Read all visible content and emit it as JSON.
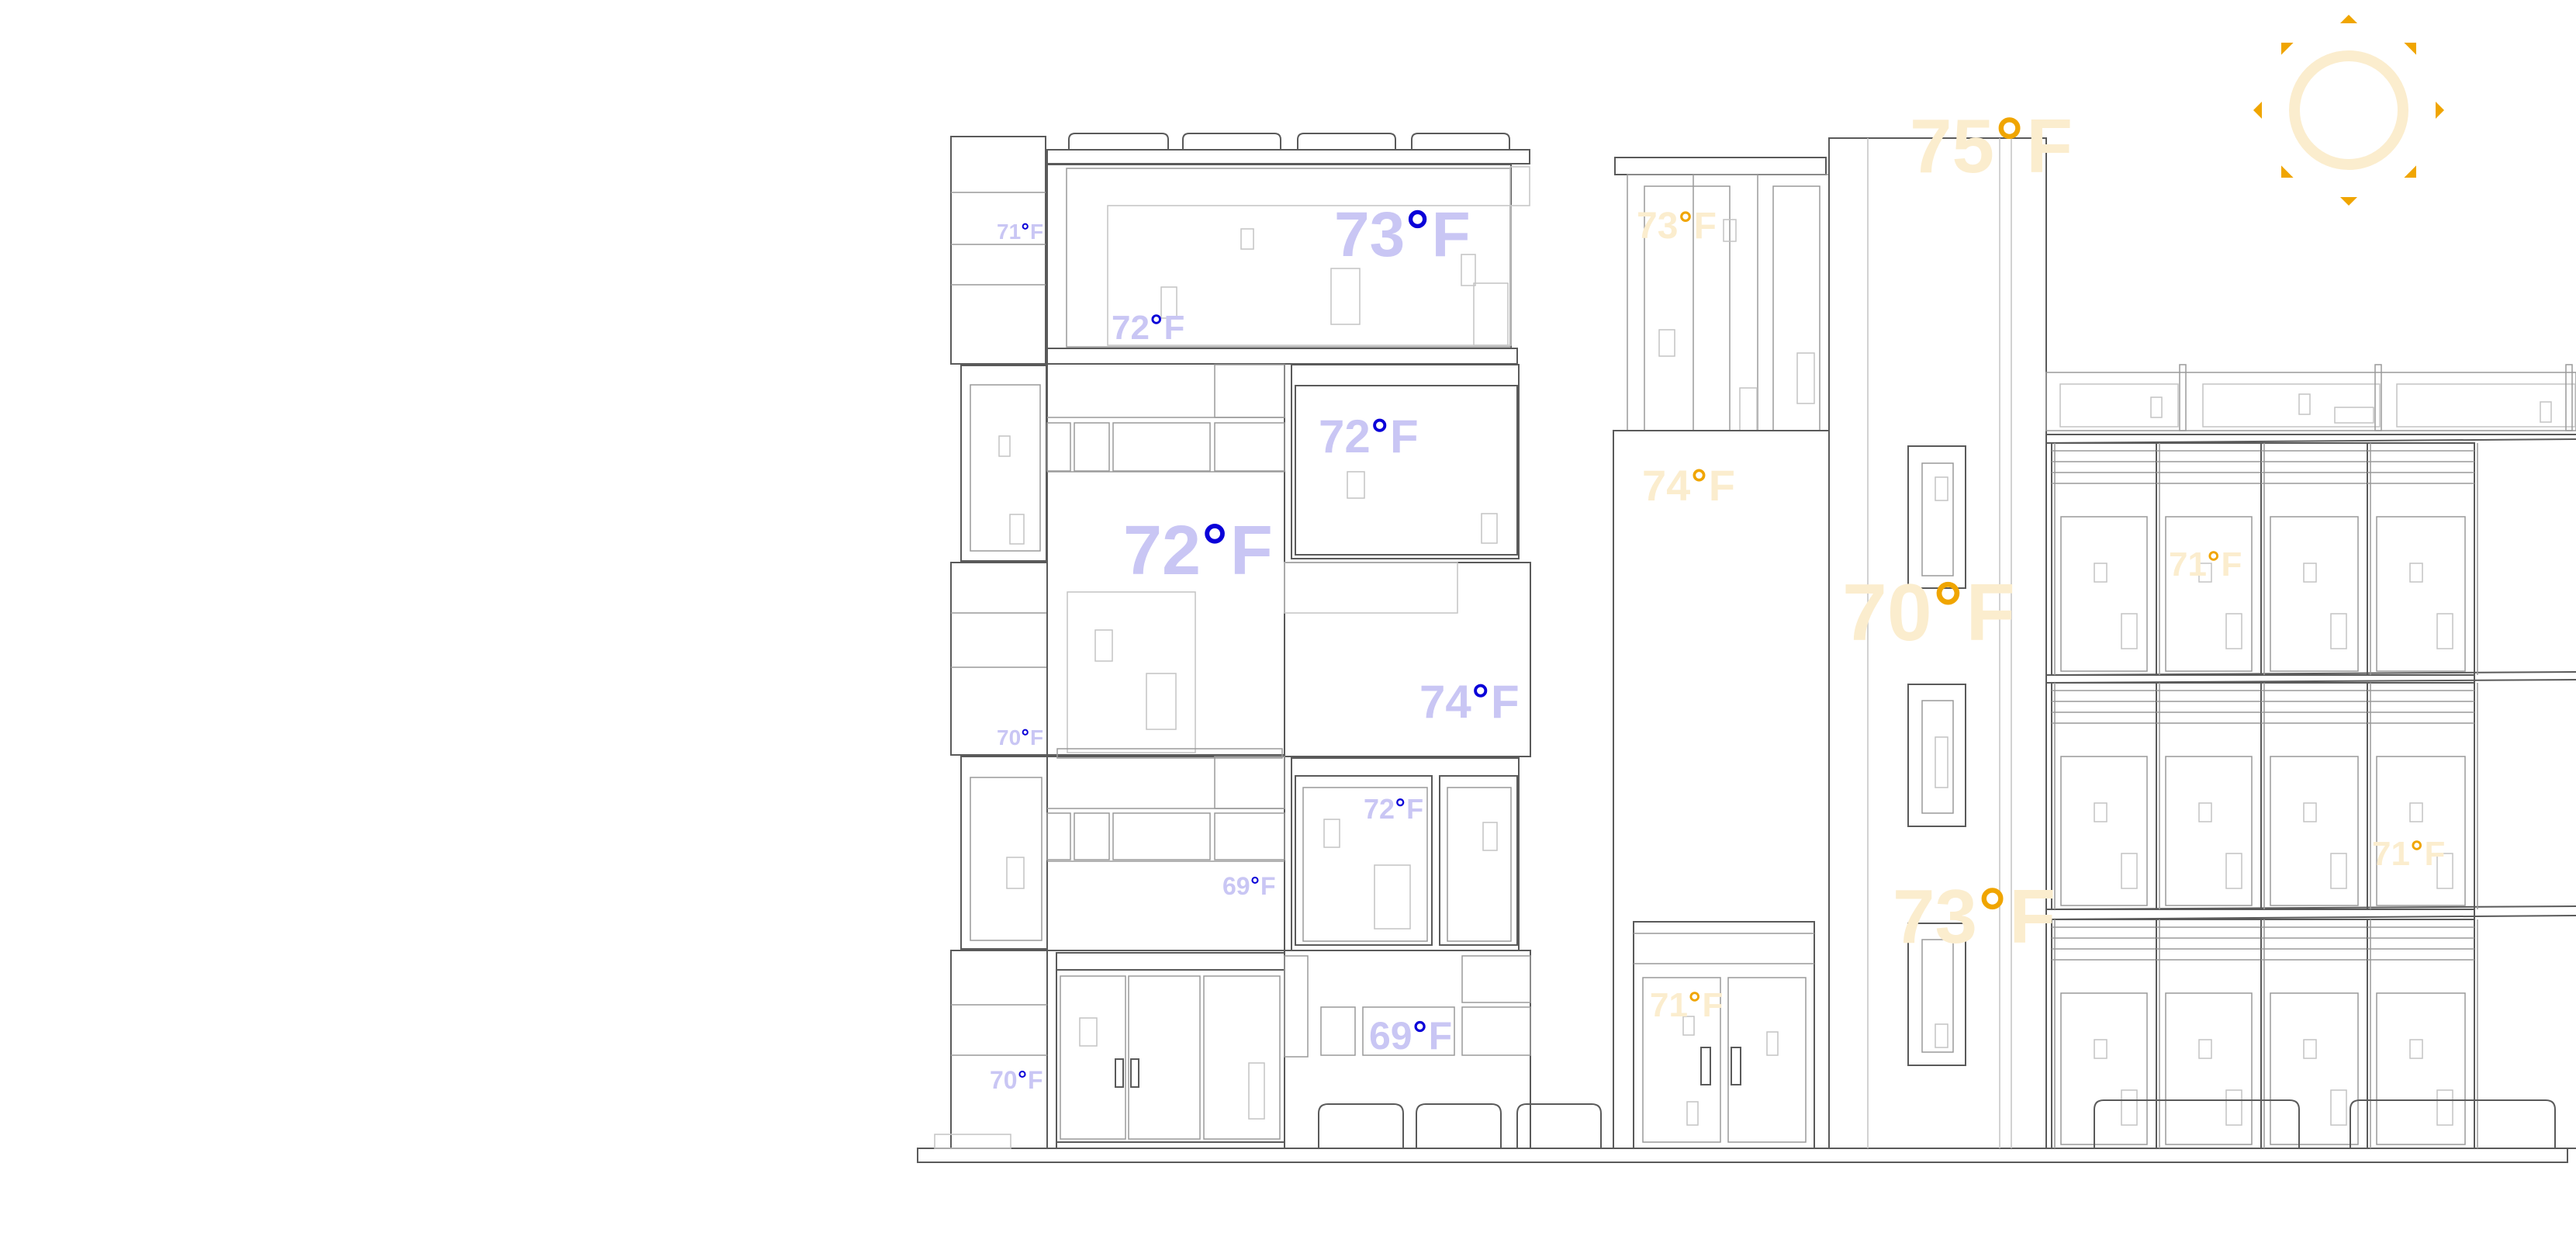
{
  "colors": {
    "cool_text": "#c9c6f4",
    "cool_dot": "#0a00d8",
    "warm_text": "#fbedce",
    "warm_dot": "#f0a500",
    "sun_ring": "#fbedce",
    "sun_rays": "#f0a500",
    "line": "#5a5a5a"
  },
  "icons": {
    "sun": "sun-icon",
    "degree": "degree-ring-icon"
  },
  "left_building": {
    "readings": [
      {
        "id": "t1",
        "value": "73",
        "unit": "F"
      },
      {
        "id": "t2",
        "value": "71",
        "unit": "F"
      },
      {
        "id": "t3",
        "value": "72",
        "unit": "F"
      },
      {
        "id": "t4",
        "value": "72",
        "unit": "F"
      },
      {
        "id": "t5",
        "value": "72",
        "unit": "F"
      },
      {
        "id": "t6",
        "value": "74",
        "unit": "F"
      },
      {
        "id": "t7",
        "value": "70",
        "unit": "F"
      },
      {
        "id": "t8",
        "value": "72",
        "unit": "F"
      },
      {
        "id": "t9",
        "value": "69",
        "unit": "F"
      },
      {
        "id": "t10",
        "value": "69",
        "unit": "F"
      },
      {
        "id": "t11",
        "value": "70",
        "unit": "F"
      }
    ]
  },
  "right_buildings": {
    "readings": [
      {
        "id": "w1",
        "value": "75",
        "unit": "F"
      },
      {
        "id": "w2",
        "value": "73",
        "unit": "F"
      },
      {
        "id": "w3",
        "value": "74",
        "unit": "F"
      },
      {
        "id": "w4",
        "value": "70",
        "unit": "F"
      },
      {
        "id": "w5",
        "value": "71",
        "unit": "F"
      },
      {
        "id": "w6",
        "value": "71",
        "unit": "F"
      },
      {
        "id": "w7",
        "value": "73",
        "unit": "F"
      },
      {
        "id": "w8",
        "value": "71",
        "unit": "F"
      }
    ]
  }
}
